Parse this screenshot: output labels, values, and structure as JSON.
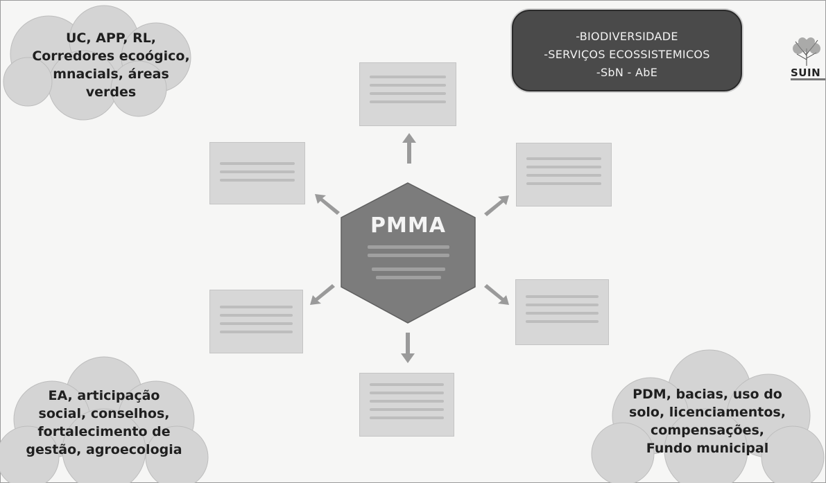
{
  "clouds": {
    "top_left": [
      "UC, APP, RL,",
      "Corredores ecoógico,",
      "mnacials, áreas",
      "verdes"
    ],
    "bottom_left": [
      "EA, articipação",
      "social, conselhos,",
      "fortalecimento de",
      "gestão, agroecologia"
    ],
    "bottom_right": [
      "PDM, bacias, uso do",
      "solo, licenciamentos,",
      "compensações,",
      "Fundo municipal"
    ]
  },
  "top_box": {
    "lines": [
      "-BIODIVERSIDADE",
      "-SERVIÇOS ECOSSISTEMICOS",
      "-SbN - AbE"
    ]
  },
  "logo": {
    "text": "SUIN"
  },
  "center": {
    "title": "PMMA"
  },
  "colors": {
    "background": "#f6f6f5",
    "cloud": "#d4d4d4",
    "box": "#d7d7d7",
    "hexagon": "#7c7c7c",
    "top_box": "#4a4a4a",
    "arrow": "#9a9a9a"
  },
  "icons": [
    "cloud-shape",
    "tree-logo-icon",
    "arrow-up-icon",
    "arrow-down-icon",
    "arrow-diagonal-icon",
    "hexagon-shape"
  ]
}
